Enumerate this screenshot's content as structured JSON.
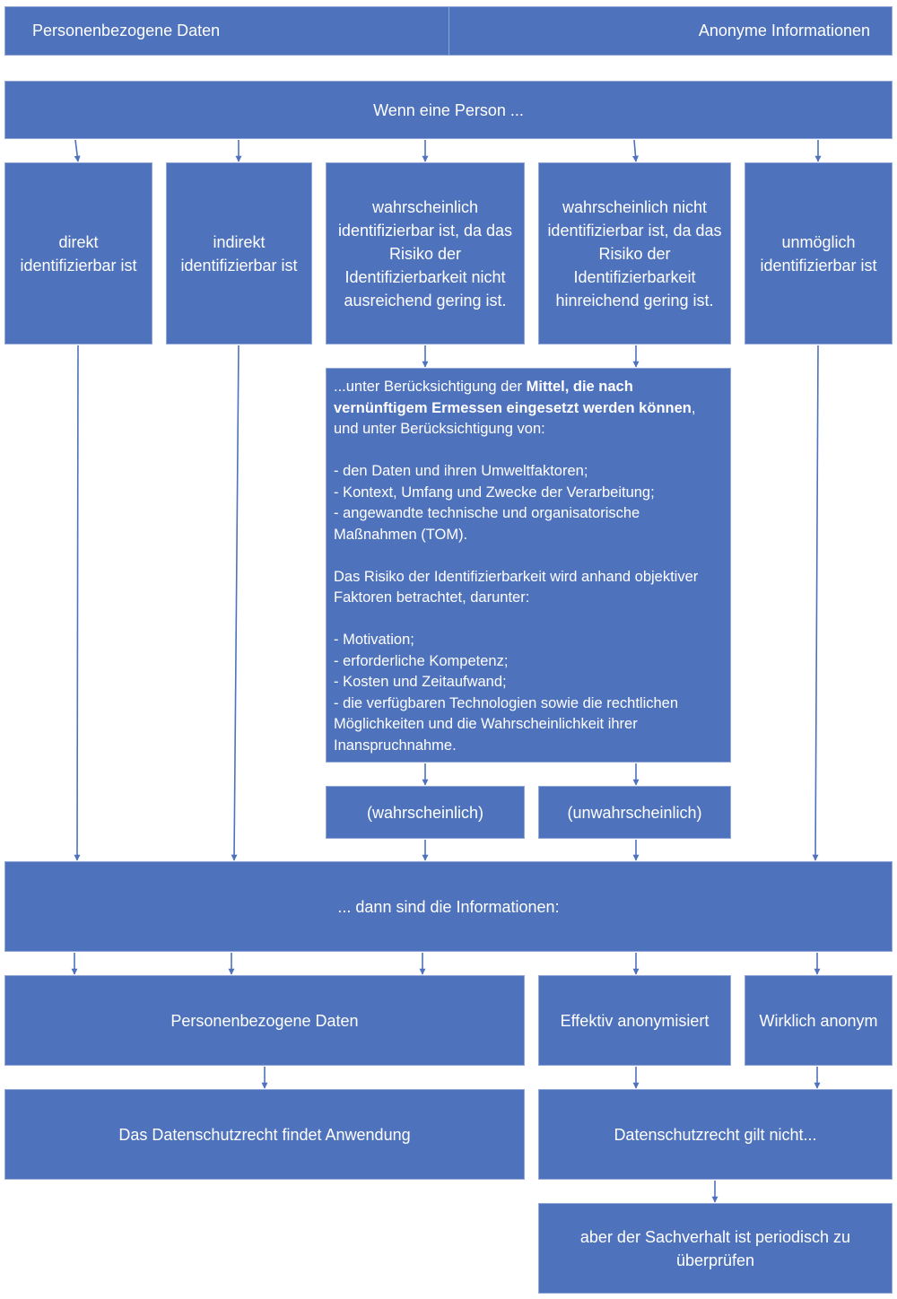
{
  "header": {
    "left": "Personenbezogene Daten",
    "right": "Anonyme Informationen"
  },
  "start": "Wenn eine Person ...",
  "cases": [
    "direkt identifizierbar ist",
    "indirekt identifizierbar ist",
    "wahrscheinlich identifizierbar ist, da das Risiko der Identifizierbarkeit nicht ausreichend gering ist.",
    "wahrscheinlich nicht identifizierbar ist, da das Risiko der Identifizierbarkeit hinreichend gering ist.",
    "unmöglich identifizierbar ist"
  ],
  "details": {
    "intro_1": "...unter Berücksichtigung der ",
    "intro_bold": "Mittel, die nach vernünftigem Ermessen eingesetzt werden können",
    "intro_2": ", und unter Berücksichtigung von:",
    "list_1": [
      "- den Daten und ihren Umweltfaktoren;",
      "- Kontext, Umfang und Zwecke der Verarbeitung;",
      "- angewandte technische und organisatorische Maßnahmen (TOM)."
    ],
    "paragraph": "Das Risiko der Identifizierbarkeit wird anhand objektiver Faktoren betrachtet, darunter:",
    "list_2": [
      "- Motivation;",
      "- erforderliche Kompetenz;",
      "- Kosten und Zeitaufwand;",
      "- die verfügbaren Technologien sowie die rechtlichen Möglichkeiten und die Wahrscheinlichkeit ihrer Inanspruchnahme."
    ]
  },
  "likelihood": {
    "likely": "(wahrscheinlich)",
    "unlikely": "(unwahrscheinlich)"
  },
  "result_intro": "... dann sind die Informationen:",
  "results": {
    "personal": "Personenbezogene Daten",
    "effective": "Effektiv anonymisiert",
    "truly": "Wirklich anonym"
  },
  "consequences": {
    "applies": "Das Datenschutzrecht findet Anwendung",
    "not_applies": "Datenschutzrecht gilt nicht...",
    "review": "aber der Sachverhalt ist periodisch zu überprüfen"
  },
  "colors": {
    "box_fill": "#4f72bd",
    "box_border": "#8fa6d6",
    "arrow": "#4f72bd"
  }
}
